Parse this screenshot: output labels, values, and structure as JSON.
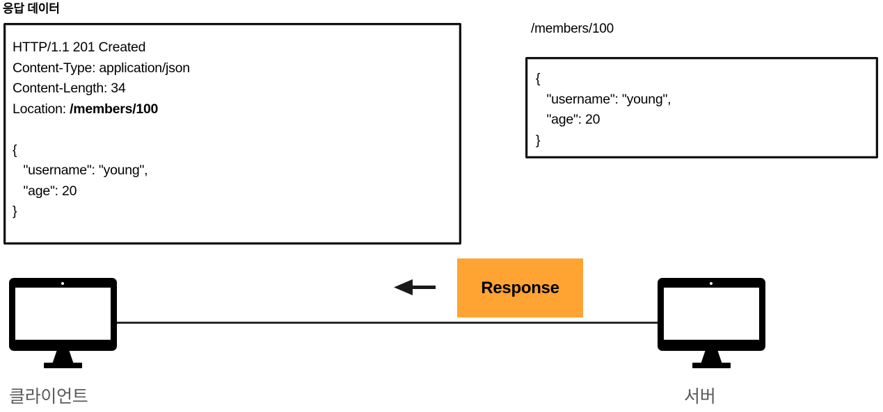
{
  "section": {
    "title": "응답 데이터"
  },
  "response_box": {
    "status_line": "HTTP/1.1 201 Created",
    "header_content_type": "Content-Type: application/json",
    "header_content_length": "Content-Length: 34",
    "header_location_name": "Location: ",
    "header_location_value": "/members/100",
    "body_open": "{",
    "body_username": "   \"username\": \"young\",",
    "body_age": "   \"age\": 20",
    "body_close": "}"
  },
  "resource": {
    "label": "/members/100",
    "body_open": "{",
    "body_username": "   \"username\": \"young\",",
    "body_age": "   \"age\": 20",
    "body_close": "}"
  },
  "flow": {
    "badge_label": "Response",
    "badge_color": "#FFA333",
    "arrow_direction": "left",
    "client_label": "클라이언트",
    "server_label": "서버",
    "label_color": "#5a5a5a"
  }
}
